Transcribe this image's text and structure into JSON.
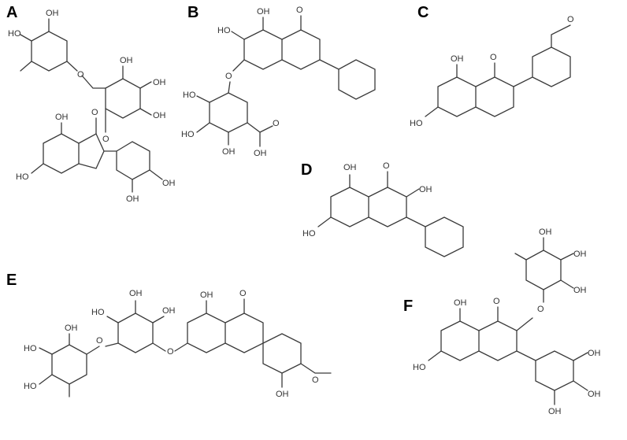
{
  "panels": [
    {
      "id": "A",
      "label": "A"
    },
    {
      "id": "B",
      "label": "B"
    },
    {
      "id": "C",
      "label": "C"
    },
    {
      "id": "D",
      "label": "D"
    },
    {
      "id": "E",
      "label": "E"
    },
    {
      "id": "F",
      "label": "F"
    }
  ],
  "atoms": {
    "hydroxyl": "OH",
    "hydroxyl_left": "HO",
    "oxygen": "O"
  },
  "colors": {
    "bond": "#3a3a3a",
    "text": "#333333",
    "background": "#ffffff"
  }
}
